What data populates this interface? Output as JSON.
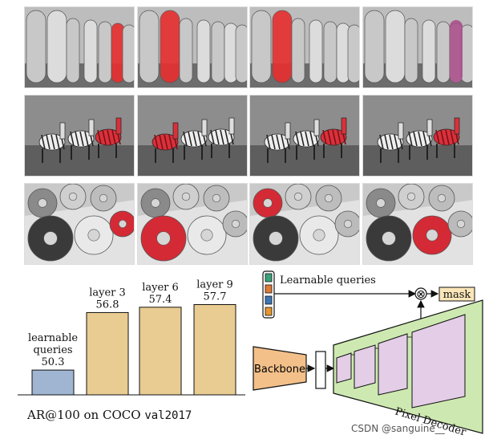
{
  "grid": {
    "rows": [
      "surfboards",
      "zebras",
      "donuts"
    ],
    "columns": 4
  },
  "chart_data": {
    "type": "bar",
    "categories": [
      "learnable queries",
      "layer 3",
      "layer 6",
      "layer 9"
    ],
    "category_lines": [
      [
        "learnable",
        "queries"
      ],
      [
        "layer 3"
      ],
      [
        "layer 6"
      ],
      [
        "layer 9"
      ]
    ],
    "values": [
      50.3,
      56.8,
      57.4,
      57.7
    ],
    "value_labels": [
      "50.3",
      "56.8",
      "57.4",
      "57.7"
    ],
    "colors": [
      "#9fb5d2",
      "#e9cc92",
      "#e9cc92",
      "#e9cc92"
    ],
    "ylim": [
      47.5,
      58.2
    ],
    "grid": false,
    "caption_text": "AR@100 on COCO ",
    "caption_mono": "val2017"
  },
  "diagram": {
    "queries_label": "Learnable queries",
    "query_token_colors": [
      "#3aa37a",
      "#e07a38",
      "#3b76b6",
      "#e8962f"
    ],
    "backbone_label": "Backbone",
    "mask_label": "mask",
    "pixel_decoder_label": "Pixel Decoder",
    "multiply_symbol": "⊗"
  },
  "watermark": "CSDN @sanguine__"
}
